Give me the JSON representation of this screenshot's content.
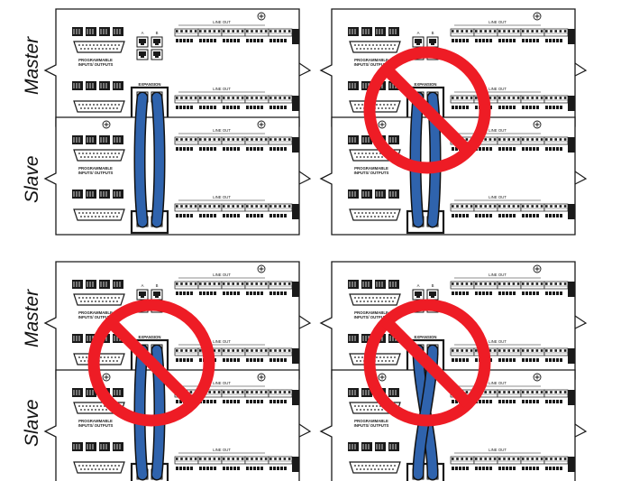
{
  "labels": {
    "master": "Master",
    "slave": "Slave",
    "line_out": "LINE OUT",
    "programmable_line1": "PROGRAMMABLE",
    "programmable_line2": "INPUTS/ OUTPUTS",
    "expansion": "EXPANSION",
    "port_a": "A",
    "port_b": "B"
  },
  "colors": {
    "cable": "#2f63ad",
    "prohibited": "#ee1c25",
    "outline": "#1a1a1a"
  },
  "panels": [
    {
      "id": "top-left",
      "cable": "straight",
      "prohibited": false
    },
    {
      "id": "top-right",
      "cable": "straight",
      "prohibited": true
    },
    {
      "id": "bottom-left",
      "cable": "straight",
      "prohibited": true
    },
    {
      "id": "bottom-right",
      "cable": "crossed",
      "prohibited": true
    }
  ]
}
